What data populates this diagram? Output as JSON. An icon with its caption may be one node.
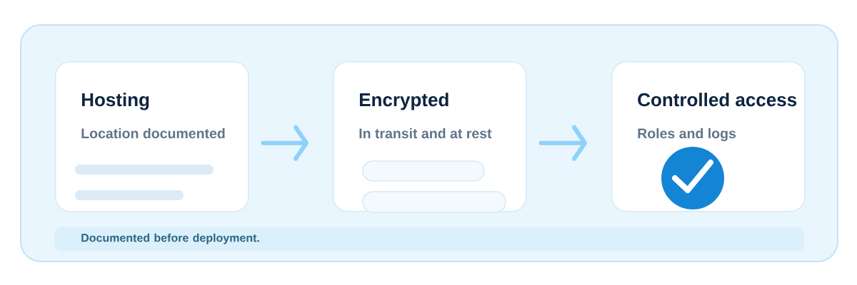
{
  "diagram": {
    "nodes": [
      {
        "text": [],
        "shape": "box"
      },
      {
        "text": [
          "Hosting",
          "Location documented"
        ],
        "in": 0
      },
      {
        "text": [
          "Encrypted",
          "In transit and at rest"
        ],
        "in": 0
      },
      {
        "text": [
          "Controlled access",
          "Roles and logs"
        ],
        "in": 0
      },
      {
        "text": [
          "Documented before deployment."
        ],
        "in": 0
      }
    ],
    "edges": [
      {
        "from": 1,
        "to": 2,
        "arrow": "to"
      },
      {
        "from": 2,
        "to": 3,
        "arrow": "to"
      }
    ]
  }
}
